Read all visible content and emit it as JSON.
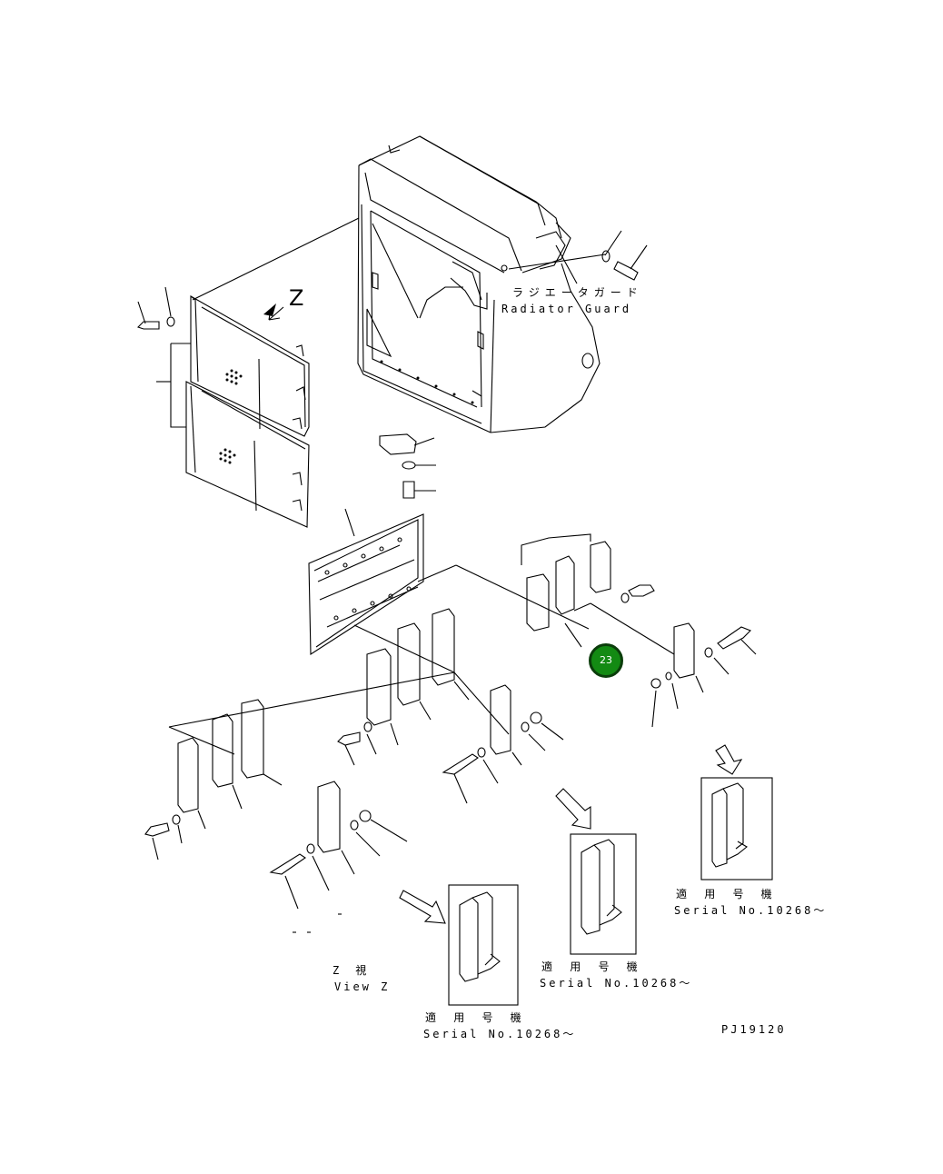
{
  "radiator_guard": {
    "label_jp": "ラジエータガード",
    "label_en": "Radiator Guard"
  },
  "view_z": {
    "marker": "Z",
    "label_jp": "Z　視",
    "label_en": "View Z"
  },
  "callout": {
    "number": "23",
    "color": "#138a13"
  },
  "serial_notes": [
    {
      "label_jp": "適 用 号 機",
      "label_en": "Serial No.10268〜"
    },
    {
      "label_jp": "適 用 号 機",
      "label_en": "Serial No.10268〜"
    },
    {
      "label_jp": "適 用 号 機",
      "label_en": "Serial No.10268〜"
    }
  ],
  "drawing_code": "PJ19120"
}
